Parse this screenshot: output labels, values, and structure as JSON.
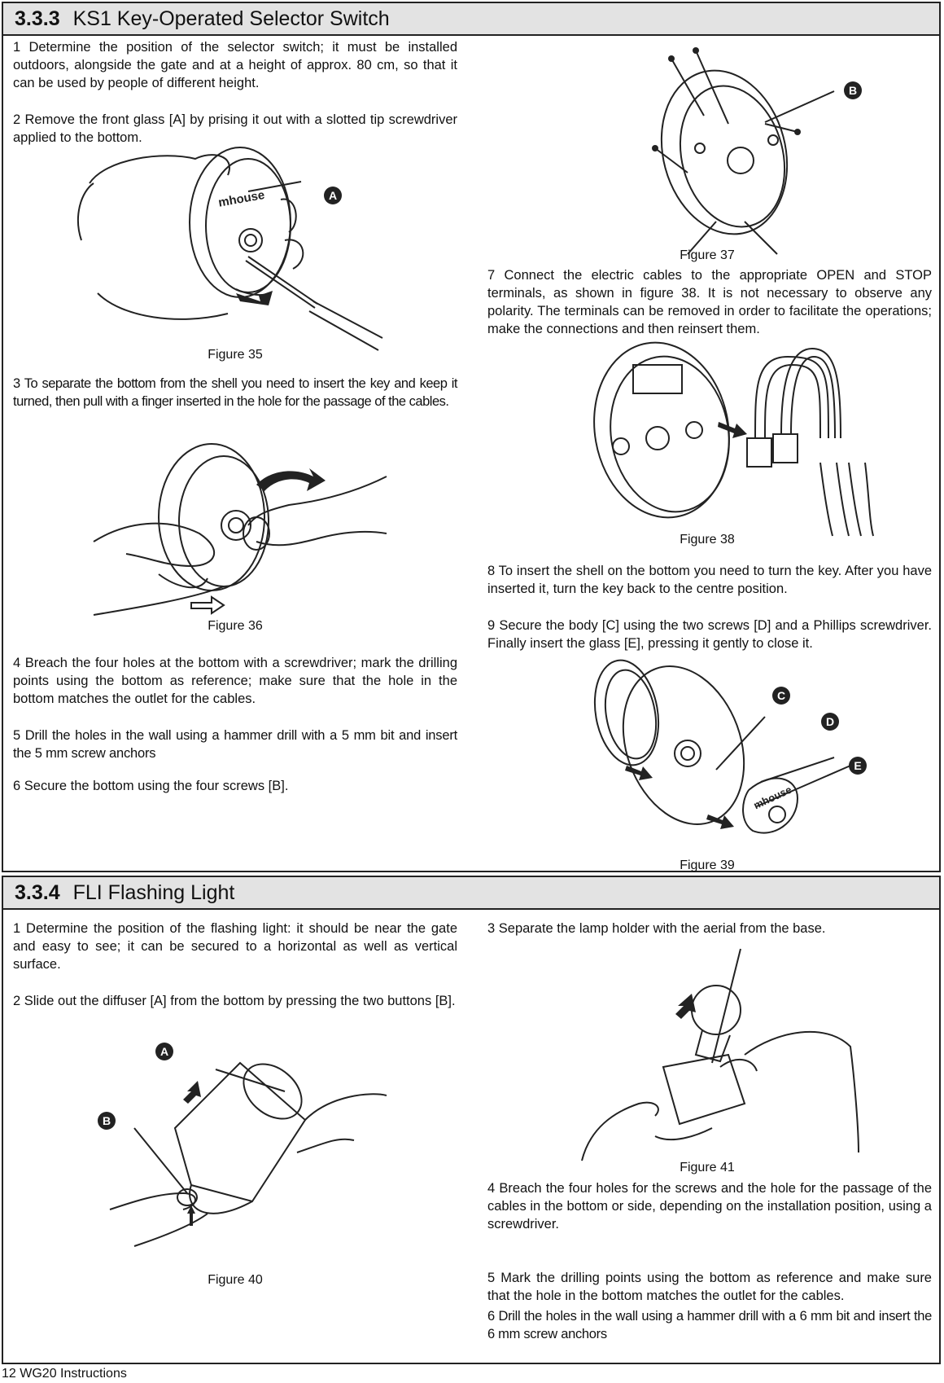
{
  "section1": {
    "number": "3.3.3",
    "title": "KS1 Key-Operated Selector Switch",
    "steps": {
      "s1": "1 Determine the position of the selector switch; it must be installed outdoors, alongside the gate and at a height of approx. 80 cm, so that it can be used by people of different height.",
      "s2": "2 Remove the front glass [A] by prising it out with a slotted tip screwdriver applied to the bottom.",
      "s3": "3 To separate the bottom from the shell you need to insert the key and keep it turned, then pull with a finger inserted in the hole for the passage of the cables.",
      "s4": "4 Breach the four holes at the bottom with a screwdriver; mark the drilling points using the bottom as reference; make sure that the hole in the bottom matches the outlet for the cables.",
      "s5": "5 Drill the holes in the wall using a hammer drill with a 5 mm bit and insert the 5 mm screw anchors",
      "s6": "6 Secure the bottom using the four screws [B].",
      "s7": "7 Connect the electric cables to the appropriate OPEN and STOP terminals, as shown in  figure 38. It is not necessary to observe any polarity. The terminals can be removed in order to facilitate the operations; make the connections and then reinsert them.",
      "s8": "8 To insert the shell on the bottom you need to turn the key. After you have inserted it, turn the key back to the centre position.",
      "s9": "9 Secure the body [C] using the two screws [D] and a Phillips screwdriver. Finally insert the glass [E], pressing it gently to close it."
    },
    "figures": {
      "f35": "Figure 35",
      "f36": "Figure 36",
      "f37": "Figure 37",
      "f38": "Figure 38",
      "f39": "Figure 39"
    },
    "labels": {
      "a": "A",
      "b": "B",
      "c": "C",
      "d": "D",
      "e": "E"
    },
    "logo": "mhouse"
  },
  "section2": {
    "number": "3.3.4",
    "title": "FLI Flashing Light",
    "steps": {
      "s1": "1 Determine the position of the flashing light: it should be near the gate and easy to see; it can be secured to a horizontal as well as vertical surface.",
      "s2": "2 Slide out the diffuser [A] from the bottom by pressing the two buttons [B].",
      "s3": "3 Separate the lamp holder with the aerial from the base.",
      "s4": "4 Breach the four holes for the screws and the hole for the passage of the cables in the bottom or side, depending on the installation position, using a screwdriver.",
      "s5": "5 Mark the drilling points using the bottom as reference and make sure that the hole in the bottom matches the outlet for the cables.",
      "s6": "6 Drill the holes in the wall using a hammer drill with a 6 mm bit and insert the 6 mm screw anchors"
    },
    "figures": {
      "f40": "Figure 40",
      "f41": "Figure 41"
    },
    "labels": {
      "a": "A",
      "b": "B"
    }
  },
  "footer": "12 WG20 Instructions"
}
